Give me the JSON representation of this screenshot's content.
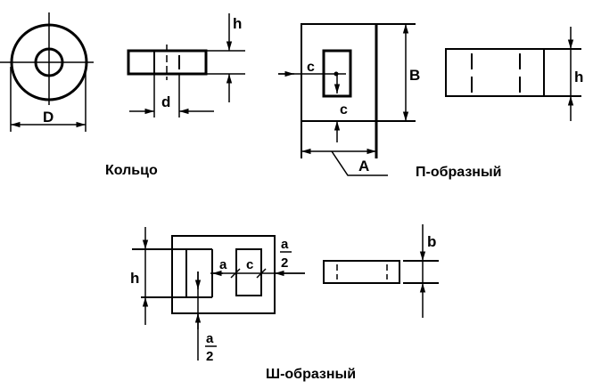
{
  "ring": {
    "title": "Кольцо",
    "label_D": "D",
    "label_d": "d",
    "label_h": "h"
  },
  "u_shape": {
    "title": "П-образный",
    "label_A": "A",
    "label_B": "B",
    "label_c1": "c",
    "label_c2": "c",
    "label_h": "h"
  },
  "e_shape": {
    "title": "Ш-образный",
    "label_h": "h",
    "label_a": "a",
    "label_c": "c",
    "label_b": "b",
    "half_a_num": "a",
    "half_a_den": "2",
    "half_a2_num": "a",
    "half_a2_den": "2"
  }
}
